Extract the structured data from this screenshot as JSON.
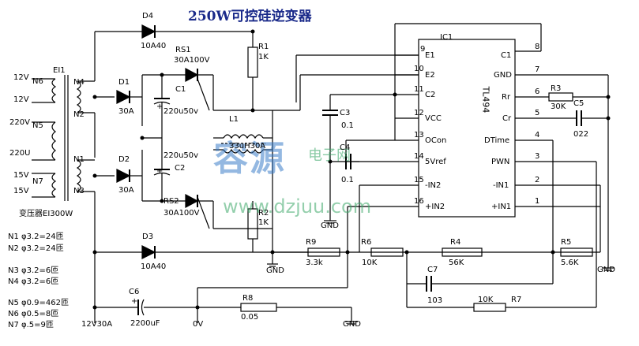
{
  "title": "250W可控硅逆变器",
  "watermark": {
    "brand": "容源",
    "sub": "电子网",
    "url": "www.dzjuu.com"
  },
  "ic": {
    "ref": "IC1",
    "name": "TL494",
    "left_pins": [
      {
        "num": "9",
        "name": "E1"
      },
      {
        "num": "10",
        "name": "E2"
      },
      {
        "num": "11",
        "name": "C2"
      },
      {
        "num": "12",
        "name": "VCC"
      },
      {
        "num": "13",
        "name": "OCon"
      },
      {
        "num": "14",
        "name": "5Vref"
      },
      {
        "num": "15",
        "name": "-IN2"
      },
      {
        "num": "16",
        "name": "+IN2"
      }
    ],
    "right_pins": [
      {
        "num": "8",
        "name": "C1"
      },
      {
        "num": "7",
        "name": "GND"
      },
      {
        "num": "6",
        "name": "Rr"
      },
      {
        "num": "5",
        "name": "Cr"
      },
      {
        "num": "4",
        "name": "DTime"
      },
      {
        "num": "3",
        "name": "PWN"
      },
      {
        "num": "2",
        "name": "-IN1"
      },
      {
        "num": "1",
        "name": "+IN1"
      }
    ]
  },
  "transformer": {
    "ref": "EI1",
    "name": "变压器EI300W",
    "windings": [
      {
        "label": "12V"
      },
      {
        "label": "12V"
      },
      {
        "label": "220V"
      },
      {
        "label": "220U"
      },
      {
        "label": "15V"
      },
      {
        "label": "15V"
      }
    ],
    "n_labels": [
      "N6",
      "N4",
      "N2",
      "N5",
      "N1",
      "N7",
      "N3"
    ]
  },
  "components": {
    "D4": {
      "ref": "D4",
      "value": "10A40"
    },
    "D1": {
      "ref": "D1",
      "value": "30A"
    },
    "D2": {
      "ref": "D2",
      "value": "30A"
    },
    "D3": {
      "ref": "D3",
      "value": "10A40"
    },
    "RS1": {
      "ref": "RS1",
      "value": "30A100V"
    },
    "RS2": {
      "ref": "RS2",
      "value": "30A100V"
    },
    "C1": {
      "ref": "C1",
      "value": "220u50v"
    },
    "C2": {
      "ref": "C2",
      "value": "220u50v"
    },
    "L1": {
      "ref": "L1",
      "value": "33uH30A"
    },
    "R1": {
      "ref": "R1",
      "value": "1K"
    },
    "R2": {
      "ref": "R2",
      "value": "1K"
    },
    "C3": {
      "ref": "C3",
      "value": "0.1"
    },
    "C4": {
      "ref": "C4",
      "value": "0.1"
    },
    "R3": {
      "ref": "R3",
      "value": "30K"
    },
    "C5": {
      "ref": "C5",
      "value": "022"
    },
    "R9": {
      "ref": "R9",
      "value": "3.3k"
    },
    "R6": {
      "ref": "R6",
      "value": "10K"
    },
    "R4": {
      "ref": "R4",
      "value": "56K"
    },
    "R5": {
      "ref": "R5",
      "value": "5.6K"
    },
    "C7": {
      "ref": "C7",
      "value": "103"
    },
    "R7": {
      "ref": "R7",
      "value": "10K"
    },
    "C6": {
      "ref": "C6",
      "value": "2200uF"
    },
    "R8": {
      "ref": "R8",
      "value": "0.05"
    }
  },
  "net_labels": {
    "gnd": "GND",
    "zero_v": "0V",
    "supply": "12V30A",
    "plus": "+"
  },
  "winding_table": [
    "N1  φ3.2=24匝",
    "N2  φ3.2=24匝",
    "N3  φ3.2=6匝",
    "N4  φ3.2=6匝",
    "N5  φ0.9=462匝",
    "N6  φ0.5=8匝",
    "N7  φ.5=9匝"
  ]
}
